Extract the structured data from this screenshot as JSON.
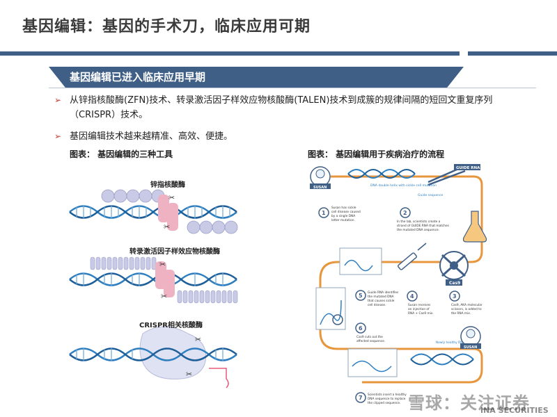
{
  "page_title": "基因编辑：基因的手术刀，临床应用可期",
  "section_header": "基因编辑已进入临床应用早期",
  "bullets": [
    "从锌指核酸酶(ZFN)技术、转录激活因子样效应物核酸酶(TALEN)技术到成簇的规律间隔的短回文重复序列（CRISPR）技术。",
    "基因编辑技术越来越精准、高效、便捷。"
  ],
  "left_figure": {
    "caption": "图表：  基因编辑的三种工具",
    "tools": [
      "锌指核酸酶",
      "转录激活因子样效应物核酸酶",
      "CRISPR相关核酸酶"
    ]
  },
  "right_figure": {
    "caption": "图表：  基因编辑用于疾病治疗的流程",
    "labels": {
      "susan": "SUSAN",
      "guide_rna": "GUIDE RNA",
      "dna_double_helix": "DNA double helix with sickle cell mutation",
      "guide_seq": "Guide sequence",
      "cas9": "Cas9",
      "healthy": "Newly healthy DNA strand"
    },
    "steps": [
      {
        "n": "1",
        "text": "Susan has sickle cell disease caused by a single DNA letter mutation."
      },
      {
        "n": "2",
        "text": "In the lab, scientists create a strand of GUIDE RNA that matches the mutated DNA sequence."
      },
      {
        "n": "3",
        "text": "Cas9, AKA molecular scissors, is added to the RNA mix."
      },
      {
        "n": "4",
        "text": "Susan receives an injection of RNA + Cas9 mix."
      },
      {
        "n": "5",
        "text": "Guide RNA identifies the mutated DNA that causes sickle cell disease."
      },
      {
        "n": "6",
        "text": "Cas9 cuts out the affected sequence."
      },
      {
        "n": "7",
        "text": "Scientists insert a healthy DNA sequence to replace the clipped sequence."
      }
    ]
  },
  "watermark": "雪球：关注证券",
  "watermark_sub": "INA SECURITIES",
  "colors": {
    "primary": "#3f5f86",
    "helix": "#3b8fcc",
    "accent": "#e8963c",
    "bullet_arrow": "#c43a2f",
    "protein": "#c9cbe6",
    "pink": "#efb2c2"
  }
}
